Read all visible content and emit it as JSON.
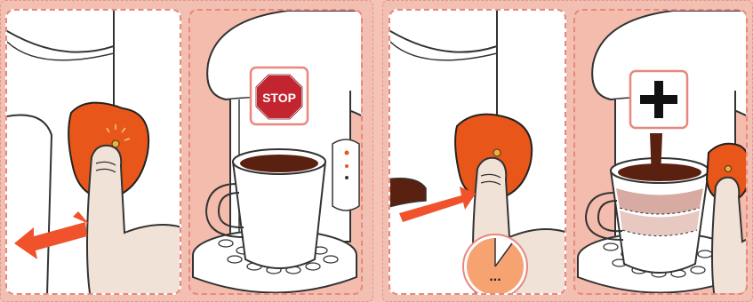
{
  "panels": [
    {
      "id": "panel-1"
    },
    {
      "id": "panel-2",
      "stop_label": "STOP"
    },
    {
      "id": "panel-3",
      "timer_label": "..."
    },
    {
      "id": "panel-4"
    }
  ],
  "icons": {
    "swap": "double-arrow-icon",
    "stop": "stop-sign-icon",
    "arrow": "arrow-right-icon",
    "timer": "timer-icon",
    "plus": "plus-icon"
  },
  "colors": {
    "background": "#f2c0b2",
    "panel_border": "#e8877e",
    "button": "#e8561a",
    "arrow": "#f0532b",
    "stop_red": "#c32530",
    "coffee": "#5a2010",
    "skin": "#f0e2d6",
    "timer_orange": "#f6a271"
  }
}
